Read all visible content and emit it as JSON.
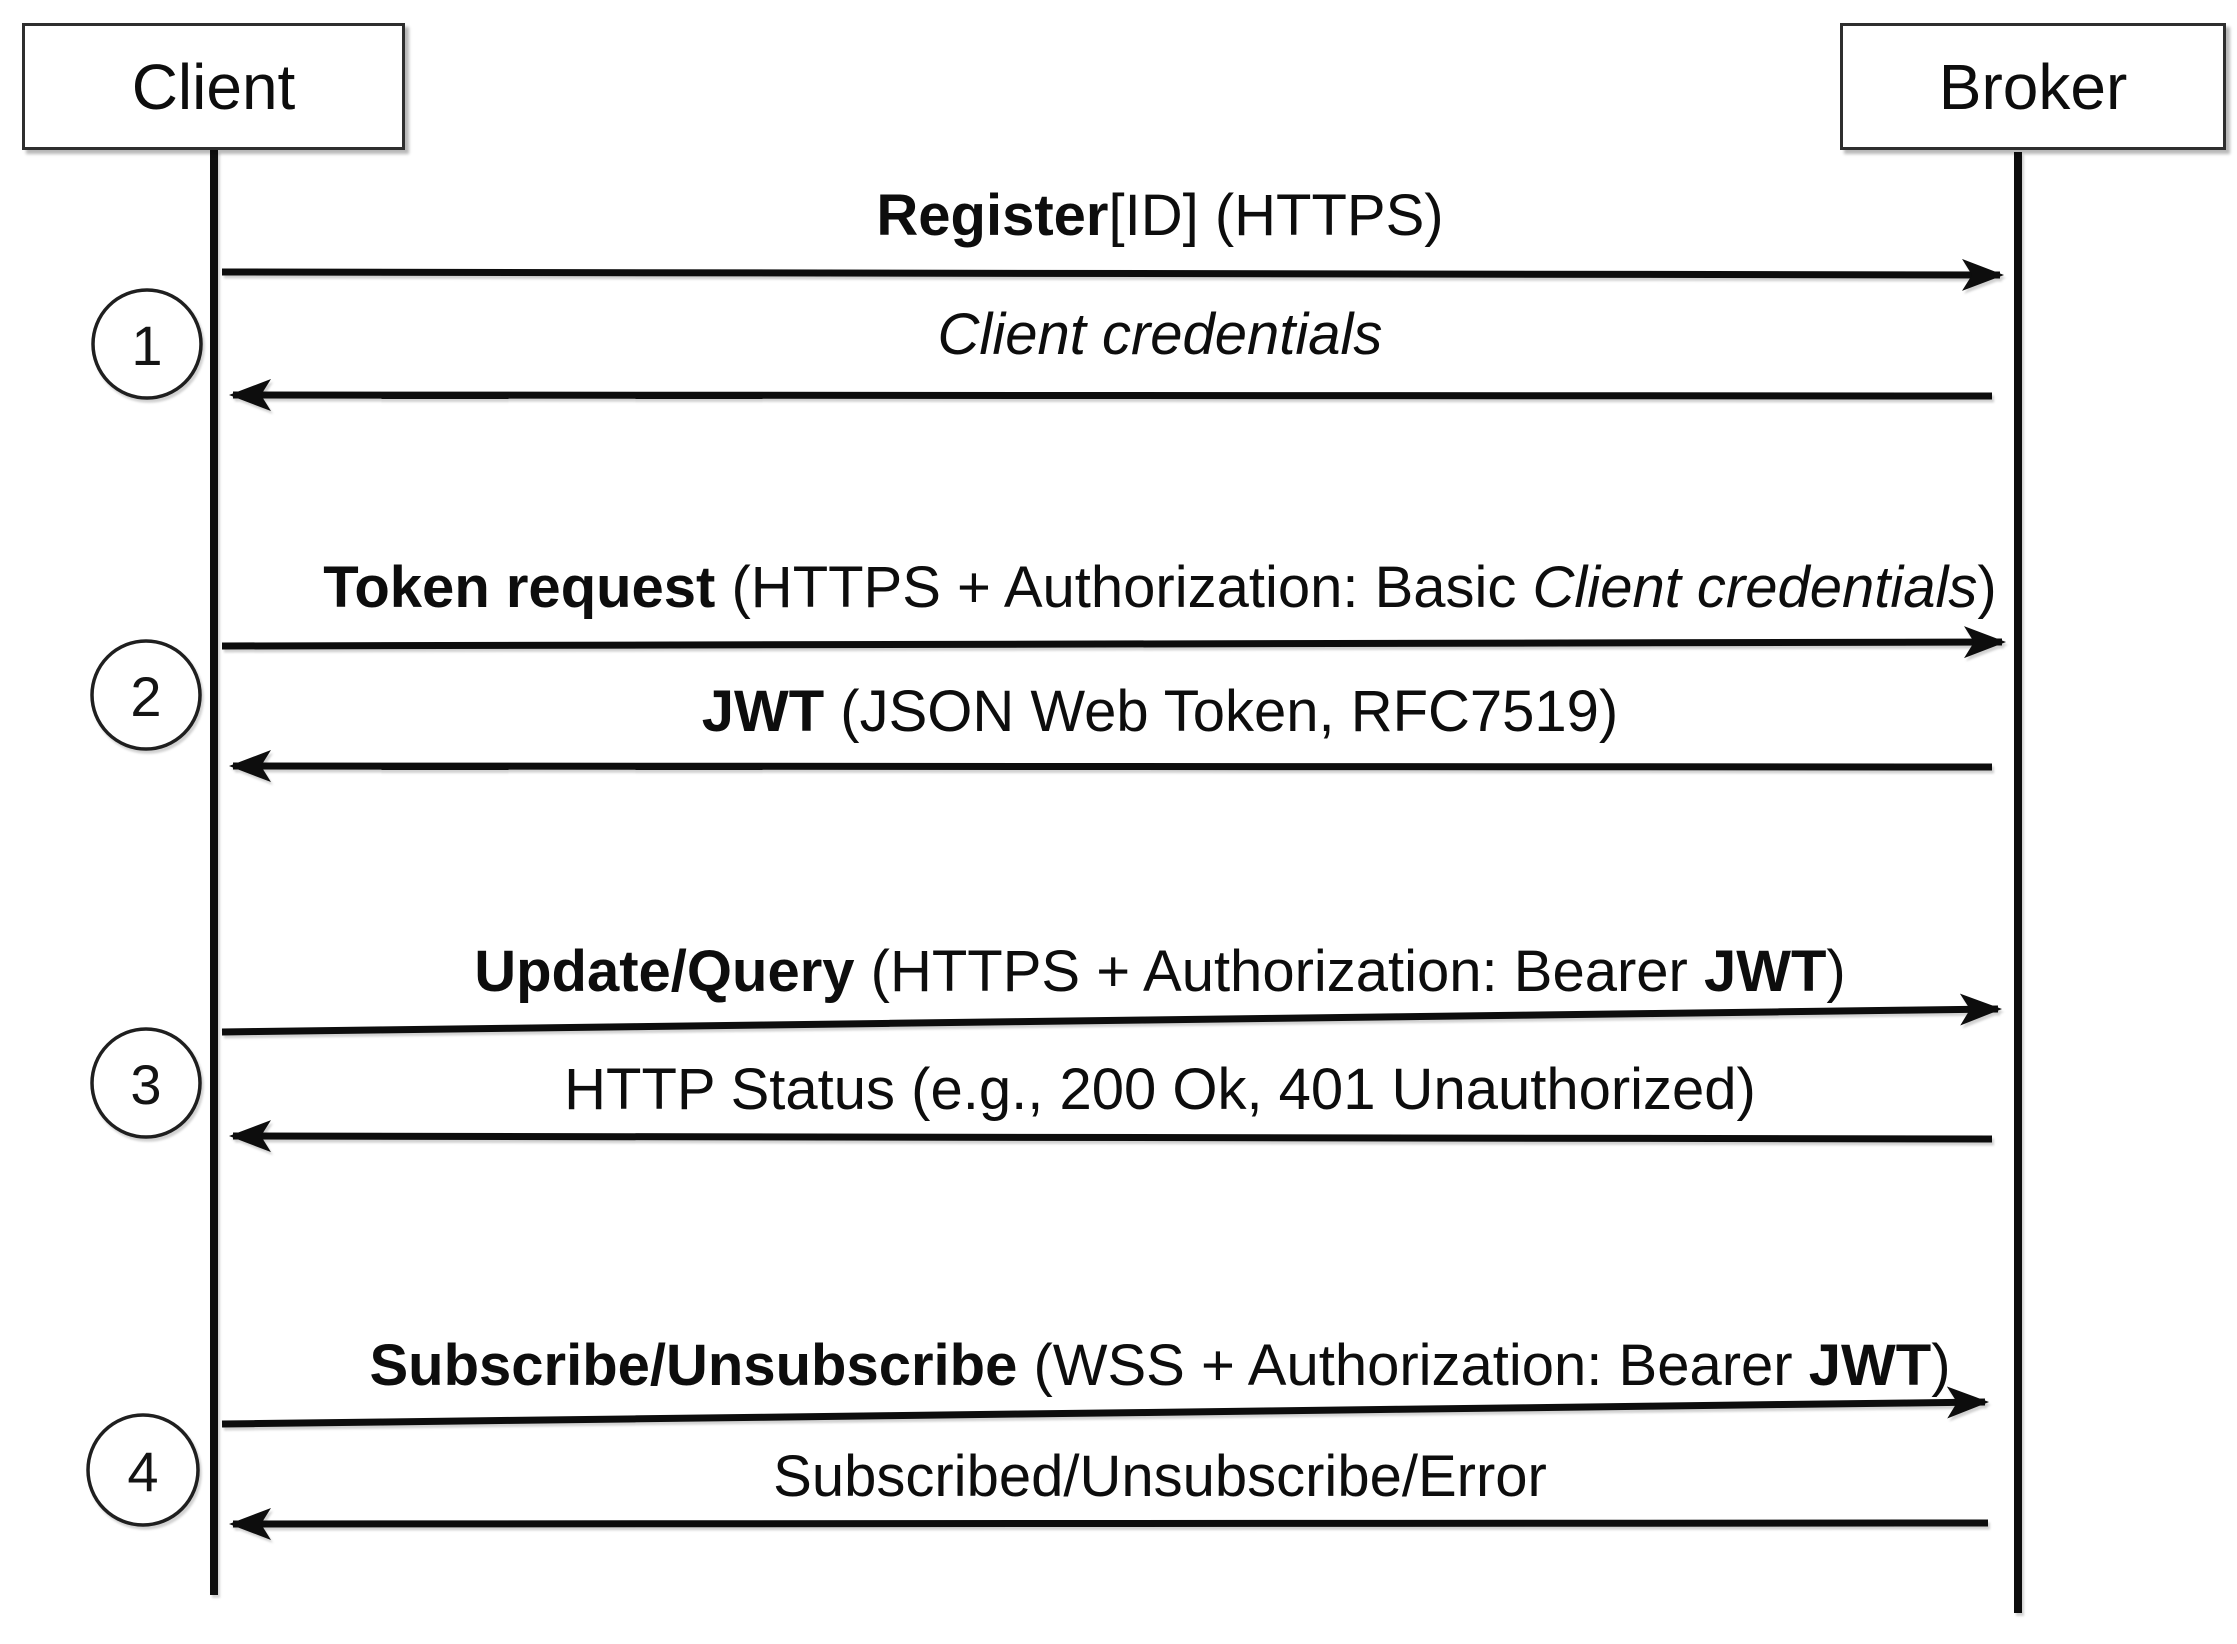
{
  "diagram_type": "sequence-diagram",
  "colors": {
    "ink": "#0d0d0d",
    "background": "#ffffff"
  },
  "actors": {
    "left": "Client",
    "right": "Broker"
  },
  "steps": [
    {
      "number": "1",
      "request": {
        "from": "Client",
        "to": "Broker",
        "runs": [
          {
            "text": "Register",
            "style": "bold"
          },
          {
            "text": "[ID] (HTTPS)",
            "style": "regular"
          }
        ]
      },
      "response": {
        "from": "Broker",
        "to": "Client",
        "runs": [
          {
            "text": "Client credentials",
            "style": "italic"
          }
        ]
      }
    },
    {
      "number": "2",
      "request": {
        "from": "Client",
        "to": "Broker",
        "runs": [
          {
            "text": "Token request",
            "style": "bold"
          },
          {
            "text": " (HTTPS + Authorization: Basic ",
            "style": "regular"
          },
          {
            "text": "Client credentials",
            "style": "italic"
          },
          {
            "text": ")",
            "style": "regular"
          }
        ]
      },
      "response": {
        "from": "Broker",
        "to": "Client",
        "runs": [
          {
            "text": "JWT",
            "style": "bold"
          },
          {
            "text": " (JSON Web Token, RFC7519)",
            "style": "regular"
          }
        ]
      }
    },
    {
      "number": "3",
      "request": {
        "from": "Client",
        "to": "Broker",
        "runs": [
          {
            "text": "Update/Query",
            "style": "bold"
          },
          {
            "text": " (HTTPS + Authorization: Bearer ",
            "style": "regular"
          },
          {
            "text": "JWT",
            "style": "bold"
          },
          {
            "text": ")",
            "style": "regular"
          }
        ]
      },
      "response": {
        "from": "Broker",
        "to": "Client",
        "runs": [
          {
            "text": "HTTP Status (e.g., 200 Ok, 401 Unauthorized)",
            "style": "regular"
          }
        ]
      }
    },
    {
      "number": "4",
      "request": {
        "from": "Client",
        "to": "Broker",
        "runs": [
          {
            "text": "Subscribe/Unsubscribe",
            "style": "bold"
          },
          {
            "text": " (WSS + Authorization: Bearer ",
            "style": "regular"
          },
          {
            "text": "JWT",
            "style": "bold"
          },
          {
            "text": ")",
            "style": "regular"
          }
        ]
      },
      "response": {
        "from": "Broker",
        "to": "Client",
        "runs": [
          {
            "text": "Subscribed/Unsubscribe/Error",
            "style": "regular"
          }
        ]
      }
    }
  ]
}
